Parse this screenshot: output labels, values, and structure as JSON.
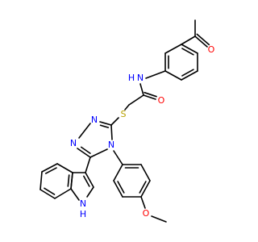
{
  "molecule": {
    "colors": {
      "bond": "#000000",
      "N": "#0000ff",
      "O": "#ff0000",
      "S": "#b8a000",
      "background": "#ffffff"
    },
    "labels": {
      "acetyl_o": "O",
      "amide_nh": "N",
      "amide_nh_h": "H",
      "amide_o": "O",
      "thioether_s": "S",
      "triazole_n1": "N",
      "triazole_n2": "N",
      "triazole_n4": "N",
      "indole_nh": "N",
      "indole_nh_h": "H",
      "methoxy_o": "O"
    }
  }
}
